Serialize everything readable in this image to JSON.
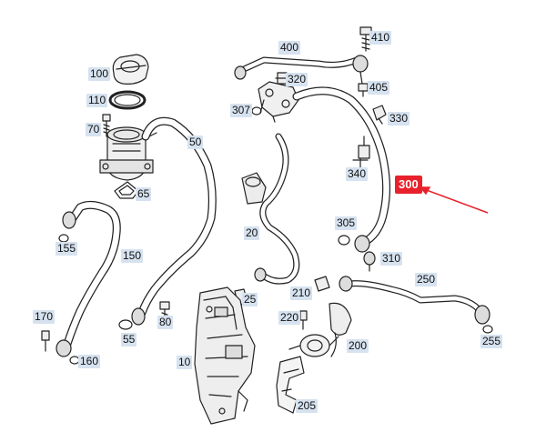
{
  "diagram": {
    "highlight_color": "#e8222c",
    "label_bg_color": "#d6e2ef",
    "highlighted_part": "300",
    "callouts": [
      "400",
      "410",
      "100",
      "320",
      "405",
      "110",
      "307",
      "330",
      "70",
      "50",
      "340",
      "65",
      "300",
      "155",
      "20",
      "305",
      "150",
      "310",
      "250",
      "210",
      "25",
      "170",
      "220",
      "80",
      "55",
      "200",
      "255",
      "160",
      "10",
      "205"
    ]
  }
}
